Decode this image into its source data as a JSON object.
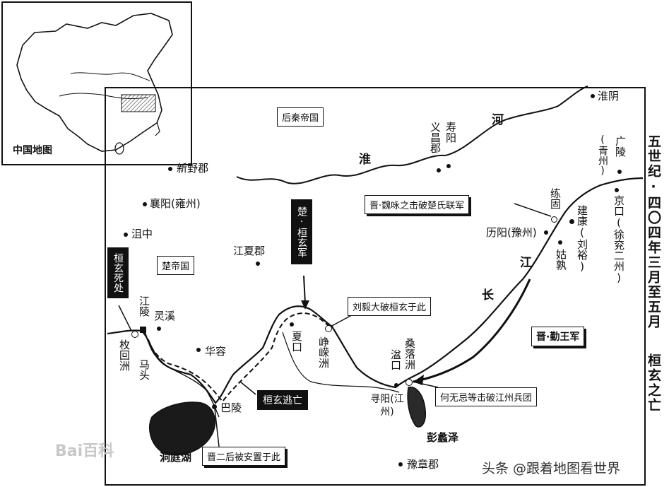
{
  "inset": {
    "label": "中国地图"
  },
  "title": {
    "period": "五世纪·四〇四年三月至五月",
    "subject": "桓玄之亡"
  },
  "states": {
    "later_qin": "后秦帝国",
    "chu": "楚帝国"
  },
  "rivers": {
    "huai_char1": "淮",
    "huai_char2": "河",
    "jiang_char1": "长",
    "jiang_char2": "江"
  },
  "places": {
    "xinye": "新野郡",
    "xiangyang": "襄阳(雍州)",
    "juzhong": "沮中",
    "jiangxia": "江夏郡",
    "jiangling": "江陵",
    "lingxi": "灵溪",
    "meihui": "枚回洲",
    "matou": "马头",
    "huarong": "华容",
    "baling": "巴陵",
    "dongting": "洞庭湖",
    "xiakou": "夏口",
    "zhengrongzhou": "峥嵘洲",
    "penkou": "湓口",
    "sangluozhou": "桑落洲",
    "xunyang": "寻阳(江州)",
    "pengli": "彭蠡泽",
    "yuzhang": "豫章郡",
    "yichang": "义昌郡",
    "shouyang": "寿阳",
    "huaiyin": "淮阴",
    "guangling": "广陵",
    "qingzhou": "(青州)",
    "jingkou": "京口(徐兖二州)",
    "liangu": "练固",
    "jiankang": "建康(刘裕)",
    "gushu": "姑孰",
    "liyang": "历阳(豫州)"
  },
  "callouts": {
    "huan_death": "桓玄死处",
    "chu_army": "楚·桓玄军",
    "huan_flee": "桓玄逃亡",
    "liuyi": "刘毅大破桓玄于此",
    "he_wuji": "何无忌等击破江州兵团",
    "jin_army": "晋·勤王军",
    "wei_yong": "晋·魏咏之击破楚氏联军",
    "jin_emperor": "晋二后被安置于此"
  },
  "watermark": {
    "baidu": "Bai百科",
    "toutiao": "头条 @跟着地图看世界"
  }
}
